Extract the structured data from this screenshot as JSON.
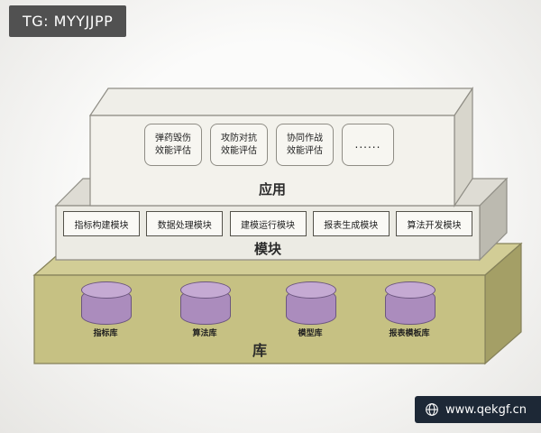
{
  "badges": {
    "tg": "TG: MYYJJPP",
    "site": "www.qekgf.cn"
  },
  "diagram": {
    "application": {
      "label": "应用",
      "items": [
        {
          "line1": "弹药毁伤",
          "line2": "效能评估"
        },
        {
          "line1": "攻防对抗",
          "line2": "效能评估"
        },
        {
          "line1": "协同作战",
          "line2": "效能评估"
        },
        {
          "line1": "......",
          "line2": ""
        }
      ]
    },
    "modules": {
      "label": "模块",
      "items": [
        "指标构建模块",
        "数据处理模块",
        "建模运行模块",
        "报表生成模块",
        "算法开发模块"
      ]
    },
    "libraries": {
      "label": "库",
      "items": [
        "指标库",
        "算法库",
        "模型库",
        "报表模板库"
      ]
    },
    "colors": {
      "library_slab": "#c6c183",
      "library_slab_top": "#d2cd96",
      "library_slab_side": "#a49f66",
      "cylinder_body": "#ab8cbd",
      "cylinder_top": "#c5aad3",
      "tg_badge_bg": "#515151",
      "site_badge_bg": "#1d2836"
    }
  }
}
